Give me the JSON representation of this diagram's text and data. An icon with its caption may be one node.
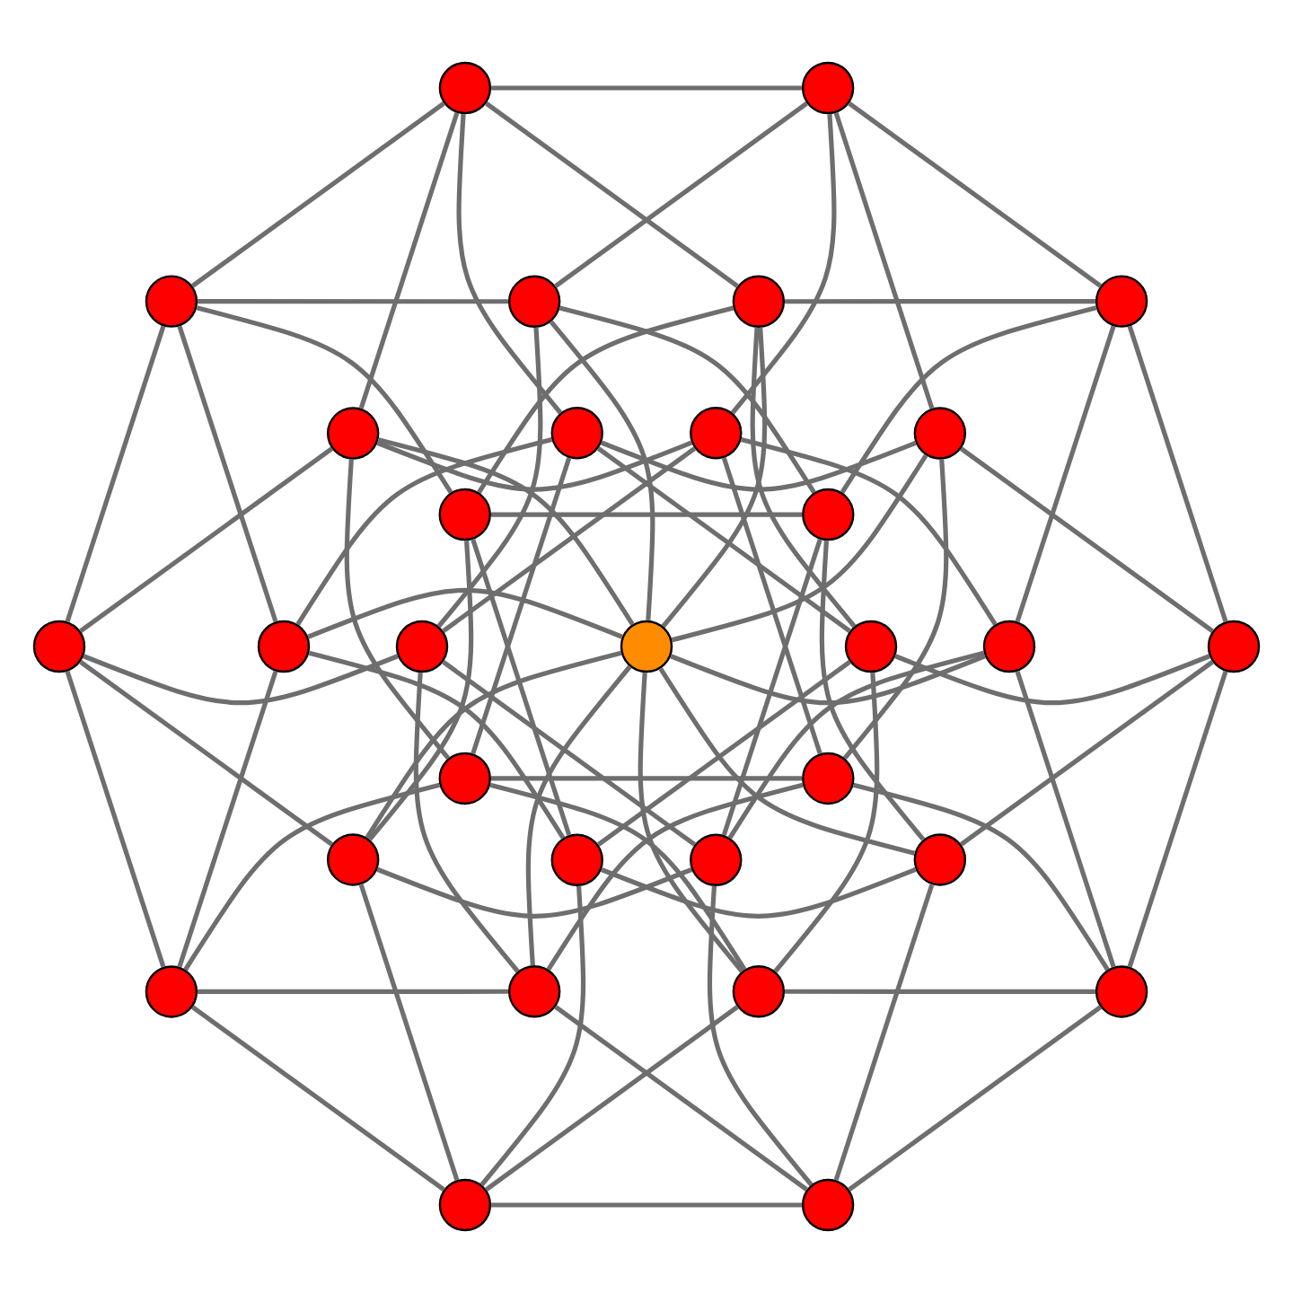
{
  "diagram": {
    "nodes": [
      {
        "text": [],
        "shape": "circle"
      },
      {
        "text": [],
        "shape": "circle"
      },
      {
        "text": [],
        "shape": "circle"
      },
      {
        "text": [],
        "shape": "circle"
      },
      {
        "text": [],
        "shape": "circle"
      },
      {
        "text": [],
        "shape": "circle"
      },
      {
        "text": [],
        "shape": "circle"
      },
      {
        "text": [],
        "shape": "circle"
      },
      {
        "text": [],
        "shape": "circle"
      },
      {
        "text": [],
        "shape": "circle"
      },
      {
        "text": [],
        "shape": "circle"
      },
      {
        "text": [],
        "shape": "circle"
      },
      {
        "text": [],
        "shape": "circle"
      },
      {
        "text": [],
        "shape": "circle"
      },
      {
        "text": [],
        "shape": "circle"
      },
      {
        "text": [],
        "shape": "circle"
      },
      {
        "text": [],
        "shape": "circle"
      },
      {
        "text": [],
        "shape": "circle"
      },
      {
        "text": [],
        "shape": "circle"
      },
      {
        "text": [],
        "shape": "circle"
      },
      {
        "text": [],
        "shape": "circle"
      },
      {
        "text": [],
        "shape": "circle"
      },
      {
        "text": [],
        "shape": "circle"
      },
      {
        "text": [],
        "shape": "circle"
      },
      {
        "text": [],
        "shape": "circle"
      },
      {
        "text": [],
        "shape": "circle"
      },
      {
        "text": [],
        "shape": "circle"
      },
      {
        "text": [],
        "shape": "circle"
      },
      {
        "text": [],
        "shape": "circle"
      },
      {
        "text": [],
        "shape": "circle"
      },
      {
        "text": [],
        "shape": "circle"
      }
    ],
    "edges": [
      {
        "from": 15,
        "to": 17,
        "arrow": "none"
      },
      {
        "from": 15,
        "to": 4,
        "arrow": "none"
      },
      {
        "from": 15,
        "to": 6,
        "arrow": "none"
      },
      {
        "from": 15,
        "to": 21,
        "arrow": "none"
      },
      {
        "from": 15,
        "to": 27,
        "arrow": "none"
      },
      {
        "from": 15,
        "to": 13,
        "arrow": "none"
      },
      {
        "from": 15,
        "to": 26,
        "arrow": "none"
      },
      {
        "from": 15,
        "to": 24,
        "arrow": "none"
      },
      {
        "from": 15,
        "to": 9,
        "arrow": "none"
      },
      {
        "from": 15,
        "to": 3,
        "arrow": "none"
      },
      {
        "from": 17,
        "to": 5,
        "arrow": "none"
      },
      {
        "from": 17,
        "to": 8,
        "arrow": "none"
      },
      {
        "from": 17,
        "to": 23,
        "arrow": "none"
      },
      {
        "from": 17,
        "to": 28,
        "arrow": "none"
      },
      {
        "from": 4,
        "to": 5,
        "arrow": "none"
      },
      {
        "from": 4,
        "to": 0,
        "arrow": "none"
      },
      {
        "from": 4,
        "to": 10,
        "arrow": "none"
      },
      {
        "from": 4,
        "to": 16,
        "arrow": "none"
      },
      {
        "from": 6,
        "to": 8,
        "arrow": "none"
      },
      {
        "from": 6,
        "to": 0,
        "arrow": "none"
      },
      {
        "from": 6,
        "to": 12,
        "arrow": "none"
      },
      {
        "from": 6,
        "to": 19,
        "arrow": "none"
      },
      {
        "from": 21,
        "to": 23,
        "arrow": "none"
      },
      {
        "from": 21,
        "to": 10,
        "arrow": "none"
      },
      {
        "from": 21,
        "to": 12,
        "arrow": "none"
      },
      {
        "from": 21,
        "to": 29,
        "arrow": "none"
      },
      {
        "from": 27,
        "to": 28,
        "arrow": "none"
      },
      {
        "from": 27,
        "to": 16,
        "arrow": "none"
      },
      {
        "from": 27,
        "to": 19,
        "arrow": "none"
      },
      {
        "from": 27,
        "to": 29,
        "arrow": "none"
      },
      {
        "from": 5,
        "to": 1,
        "arrow": "none"
      },
      {
        "from": 5,
        "to": 11,
        "arrow": "none"
      },
      {
        "from": 5,
        "to": 18,
        "arrow": "none"
      },
      {
        "from": 8,
        "to": 1,
        "arrow": "none"
      },
      {
        "from": 8,
        "to": 14,
        "arrow": "none"
      },
      {
        "from": 8,
        "to": 20,
        "arrow": "none"
      },
      {
        "from": 23,
        "to": 11,
        "arrow": "none"
      },
      {
        "from": 23,
        "to": 14,
        "arrow": "none"
      },
      {
        "from": 23,
        "to": 30,
        "arrow": "none"
      },
      {
        "from": 28,
        "to": 18,
        "arrow": "none"
      },
      {
        "from": 28,
        "to": 20,
        "arrow": "none"
      },
      {
        "from": 28,
        "to": 30,
        "arrow": "none"
      },
      {
        "from": 0,
        "to": 1,
        "arrow": "none"
      },
      {
        "from": 0,
        "to": 2,
        "arrow": "none"
      },
      {
        "from": 0,
        "to": 7,
        "arrow": "none"
      },
      {
        "from": 10,
        "to": 11,
        "arrow": "none"
      },
      {
        "from": 10,
        "to": 2,
        "arrow": "none"
      },
      {
        "from": 10,
        "to": 22,
        "arrow": "none"
      },
      {
        "from": 16,
        "to": 18,
        "arrow": "none"
      },
      {
        "from": 16,
        "to": 7,
        "arrow": "none"
      },
      {
        "from": 16,
        "to": 22,
        "arrow": "none"
      },
      {
        "from": 12,
        "to": 14,
        "arrow": "none"
      },
      {
        "from": 12,
        "to": 2,
        "arrow": "none"
      },
      {
        "from": 12,
        "to": 25,
        "arrow": "none"
      },
      {
        "from": 19,
        "to": 20,
        "arrow": "none"
      },
      {
        "from": 19,
        "to": 7,
        "arrow": "none"
      },
      {
        "from": 19,
        "to": 25,
        "arrow": "none"
      },
      {
        "from": 29,
        "to": 30,
        "arrow": "none"
      },
      {
        "from": 29,
        "to": 22,
        "arrow": "none"
      },
      {
        "from": 29,
        "to": 25,
        "arrow": "none"
      },
      {
        "from": 1,
        "to": 3,
        "arrow": "none"
      },
      {
        "from": 1,
        "to": 9,
        "arrow": "none"
      },
      {
        "from": 11,
        "to": 3,
        "arrow": "none"
      },
      {
        "from": 11,
        "to": 24,
        "arrow": "none"
      },
      {
        "from": 18,
        "to": 9,
        "arrow": "none"
      },
      {
        "from": 18,
        "to": 24,
        "arrow": "none"
      },
      {
        "from": 14,
        "to": 3,
        "arrow": "none"
      },
      {
        "from": 14,
        "to": 26,
        "arrow": "none"
      },
      {
        "from": 20,
        "to": 9,
        "arrow": "none"
      },
      {
        "from": 20,
        "to": 26,
        "arrow": "none"
      },
      {
        "from": 30,
        "to": 24,
        "arrow": "none"
      },
      {
        "from": 30,
        "to": 26,
        "arrow": "none"
      },
      {
        "from": 2,
        "to": 3,
        "arrow": "none"
      },
      {
        "from": 2,
        "to": 13,
        "arrow": "none"
      },
      {
        "from": 7,
        "to": 9,
        "arrow": "none"
      },
      {
        "from": 7,
        "to": 13,
        "arrow": "none"
      },
      {
        "from": 22,
        "to": 24,
        "arrow": "none"
      },
      {
        "from": 22,
        "to": 13,
        "arrow": "none"
      },
      {
        "from": 25,
        "to": 26,
        "arrow": "none"
      },
      {
        "from": 25,
        "to": 13,
        "arrow": "none"
      }
    ]
  }
}
